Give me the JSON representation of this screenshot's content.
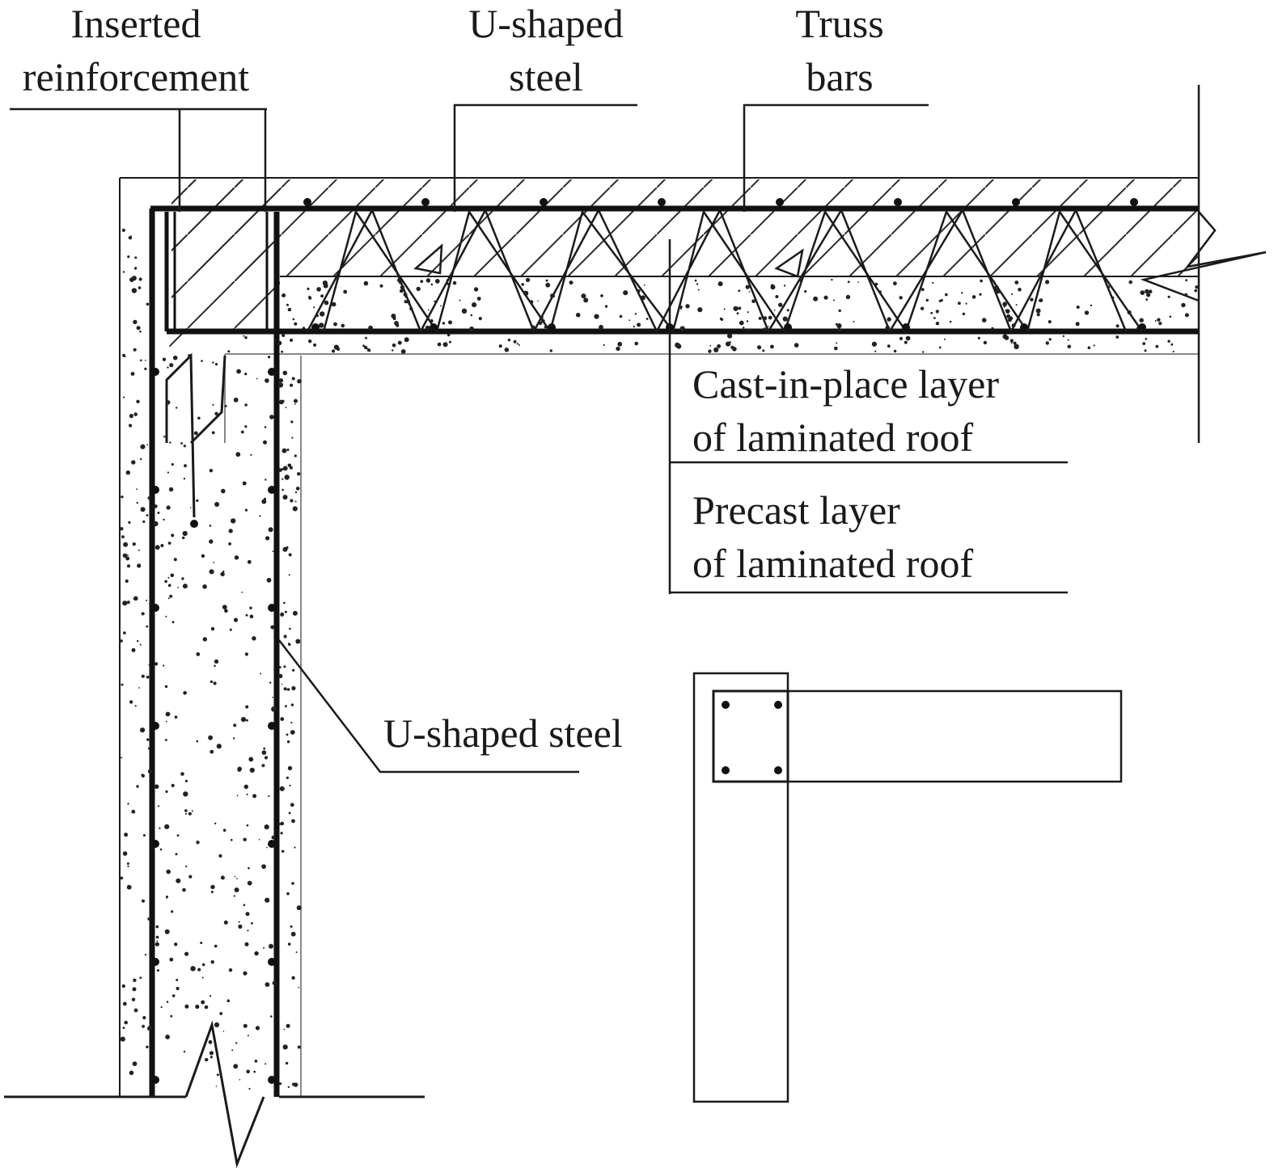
{
  "labels": {
    "inserted_reinforcement": [
      "Inserted",
      "reinforcement"
    ],
    "u_shaped_steel_top": [
      "U-shaped",
      "steel"
    ],
    "truss_bars": [
      "Truss",
      "bars"
    ],
    "cast_in_place": [
      "Cast-in-place layer",
      "of laminated roof"
    ],
    "precast": [
      "Precast layer",
      "of laminated roof"
    ],
    "u_shaped_steel_side": "U-shaped steel"
  },
  "colors": {
    "line": "#1a1a1a",
    "hatch": "#2a2a2a",
    "concrete_dot": "#222222",
    "background": "#ffffff"
  }
}
